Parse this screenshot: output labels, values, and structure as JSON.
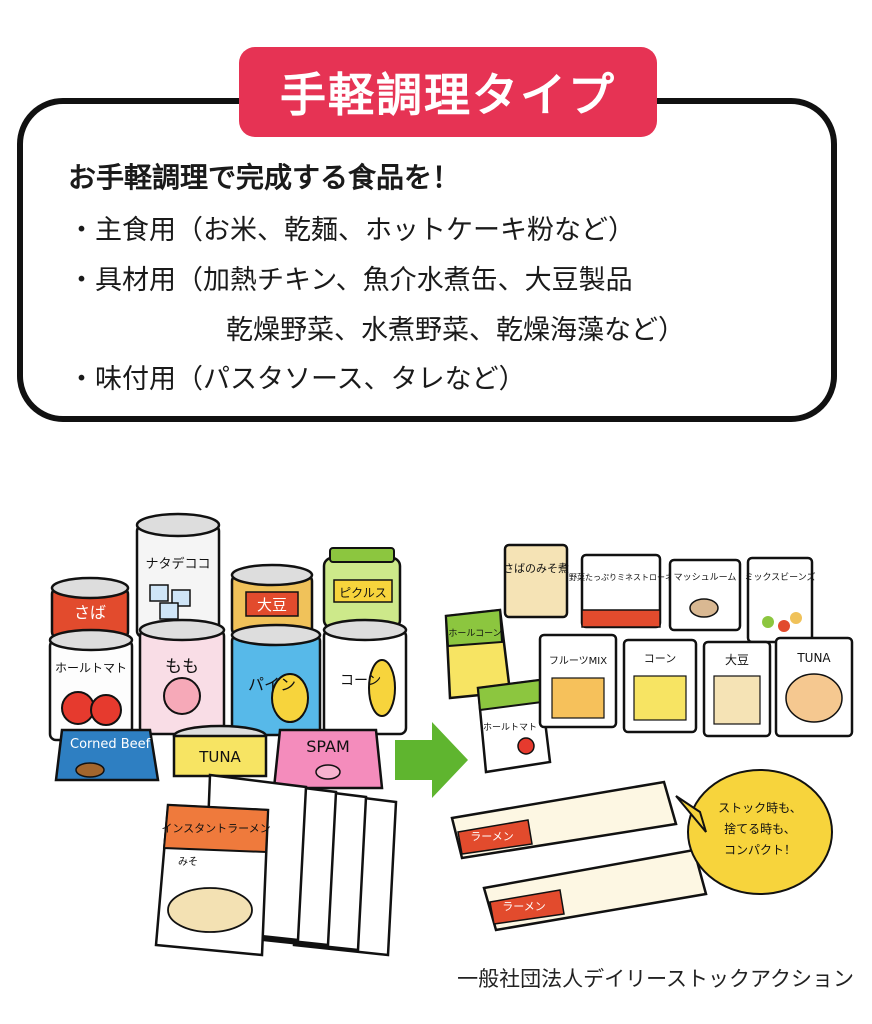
{
  "title": "手軽調理タイプ",
  "headline": "お手軽調理で完成する食品を！",
  "bullets": [
    "・主食用（お米、乾麺、ホットケーキ粉など）",
    "・具材用（加熱チキン、魚介水煮缶、大豆製品",
    "乾燥野菜、水煮野菜、乾燥海藻など）",
    "・味付用（パスタソース、タレなど）"
  ],
  "illustration": {
    "cans": {
      "saba": "さば",
      "nata_de_coco": "ナタデココ",
      "daizu": "大豆",
      "pickles": "ピクルス",
      "whole_tomato": "ホールトマト",
      "momo": "もも",
      "pine": "パイン",
      "corn": "コーン",
      "corned_beef": "Corned Beef",
      "tuna": "TUNA",
      "spam": "SPAM",
      "instant_ramen": "インスタントラーメン",
      "miso": "みそ"
    },
    "pouches": {
      "saba_miso": "さばのみそ煮",
      "yasai_minestrone": "野菜たっぷりミネストローネ",
      "mushroom": "マッシュルーム",
      "mixed_beans": "ミックスビーンズ",
      "whole_corn": "ホールコーン",
      "fruits_mix": "フルーツMIX",
      "corn": "コーン",
      "daizu": "大豆",
      "tuna": "TUNA",
      "whole_tomato": "ホールトマト",
      "ramen": "ラーメン"
    },
    "speech_bubble": [
      "ストック時も、",
      "捨てる時も、",
      "コンパクト！"
    ],
    "colors": {
      "title_badge": "#e63354",
      "arrow": "#5fb52f",
      "bubble": "#f7d43c"
    }
  },
  "credit": "一般社団法人デイリーストックアクション"
}
